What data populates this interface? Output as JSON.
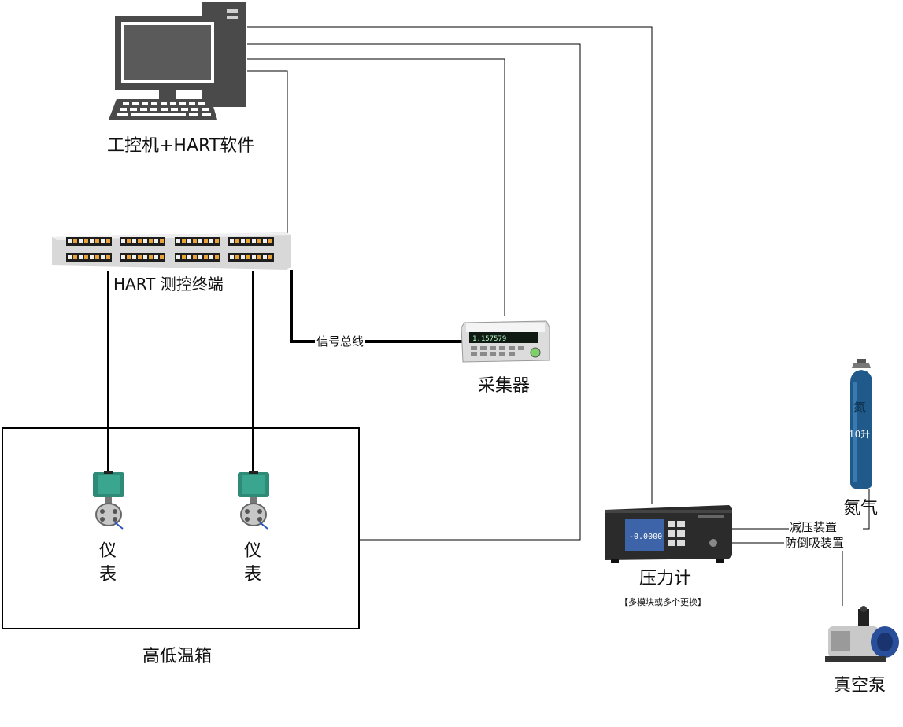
{
  "labels": {
    "ipc": "工控机+HART软件",
    "terminal": "HART 测控终端",
    "bus": "信号总线",
    "collector": "采集器",
    "meter1_line1": "仪",
    "meter1_line2": "表",
    "meter2_line1": "仪",
    "meter2_line2": "表",
    "chamber": "高低温箱",
    "gauge": "压力计",
    "gauge_note": "【多模块或多个更换】",
    "reducer": "减压装置",
    "backflow": "防倒吸装置",
    "nitrogen": "氮气",
    "cylinder_char": "氮",
    "cylinder_volume": "10升",
    "pump": "真空泵",
    "collector_display": "1.157579",
    "gauge_display": "-0.0000"
  },
  "colors": {
    "computer": "#4a4a4a",
    "terminal_body": "#d8d8d8",
    "transmitter_head": "#2e8b78",
    "cylinder": "#1f5a8a",
    "gauge_body": "#2b2b2b",
    "gauge_screen": "#3d63a8",
    "wire": "#000000"
  }
}
